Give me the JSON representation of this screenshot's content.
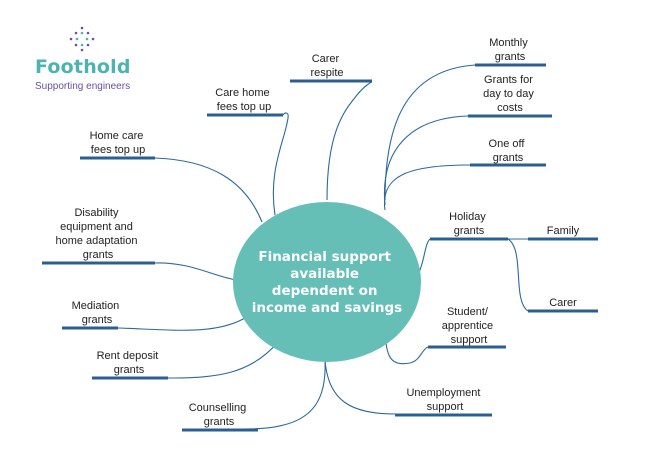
{
  "logo": {
    "brand": "Foothold",
    "tagline": "Supporting engineers",
    "brand_color": "#4db3b1",
    "tagline_color": "#6a4fa0"
  },
  "center": {
    "lines": [
      "Financial support",
      "available",
      "dependent on",
      "income and savings"
    ],
    "color": "#66bfb6"
  },
  "branches": {
    "carer_respite": [
      "Carer",
      "respite"
    ],
    "care_home_fees": [
      "Care home",
      "fees top up"
    ],
    "home_care_fees": [
      "Home care",
      "fees top up"
    ],
    "disability_grants": [
      "Disability",
      "equipment and",
      "home adaptation",
      "grants"
    ],
    "mediation_grants": [
      "Mediation",
      "grants"
    ],
    "rent_deposit_grants": [
      "Rent deposit",
      "grants"
    ],
    "counselling_grants": [
      "Counselling",
      "grants"
    ],
    "unemployment_support": [
      "Unemployment",
      "support"
    ],
    "student_support": [
      "Student/",
      "apprentice",
      "support"
    ],
    "holiday_grants": [
      "Holiday",
      "grants"
    ],
    "holiday_family": [
      "Family"
    ],
    "holiday_carer": [
      "Carer"
    ],
    "one_off_grants": [
      "One off",
      "grants"
    ],
    "day_to_day_grants": [
      "Grants for",
      "day to day",
      "costs"
    ],
    "monthly_grants": [
      "Monthly",
      "grants"
    ]
  },
  "line_color": "#2b5f93"
}
